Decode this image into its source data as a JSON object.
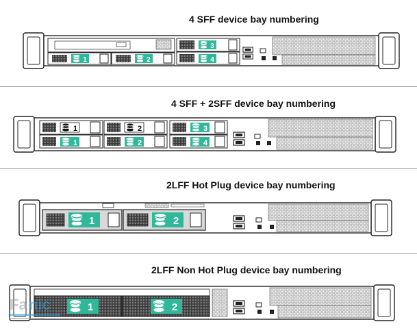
{
  "sections": [
    {
      "title": "4 SFF device bay numbering",
      "bay_labels": [
        "1",
        "2",
        "3",
        "4"
      ]
    },
    {
      "title": "4 SFF + 2SFF device bay numbering",
      "bay_labels": [
        "1",
        "2",
        "1",
        "2",
        "3",
        "4"
      ]
    },
    {
      "title": "2LFF Hot Plug device bay numbering",
      "bay_labels": [
        "1",
        "2"
      ]
    },
    {
      "title": "2LFF Non Hot Plug device bay numbering",
      "bay_labels": [
        "1",
        "2"
      ]
    }
  ],
  "watermark": {
    "text": "Fanic"
  },
  "colors": {
    "bay_label_bg": "#2fb89a",
    "chassis_stroke": "#222222",
    "vent_fill": "#e9e9e9",
    "text": "#111111"
  }
}
